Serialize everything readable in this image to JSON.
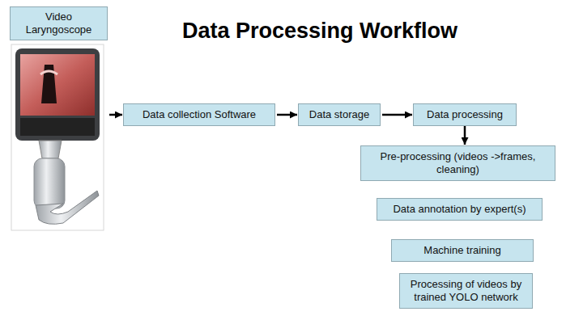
{
  "diagram": {
    "title": "Data Processing Workflow",
    "nodes": [
      {
        "text": [
          "Video Laryngoscope"
        ]
      },
      {
        "text": [
          "Data collection Software"
        ]
      },
      {
        "text": [
          "Data storage"
        ]
      },
      {
        "text": [
          "Data processing"
        ]
      },
      {
        "text": [
          "Pre-processing (videos ->frames, cleaning)"
        ]
      },
      {
        "text": [
          "Data annotation by expert(s)"
        ]
      },
      {
        "text": [
          "Machine training"
        ]
      },
      {
        "text": [
          "Processing of videos by trained YOLO network"
        ]
      }
    ],
    "edges": [
      {
        "from": 0,
        "to": 1,
        "arrow": "to"
      },
      {
        "from": 1,
        "to": 2,
        "arrow": "to"
      },
      {
        "from": 2,
        "to": 3,
        "arrow": "to"
      },
      {
        "from": 3,
        "to": 4,
        "arrow": "to"
      }
    ]
  }
}
